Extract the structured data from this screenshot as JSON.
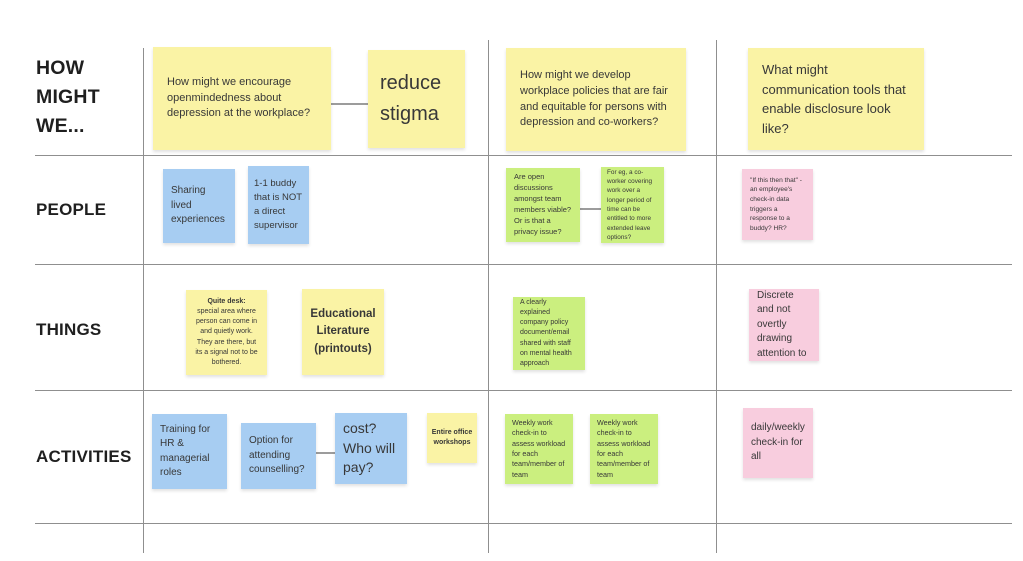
{
  "board_title": "How Might We brainstorm matrix",
  "colors": {
    "sticky_yellow": "#FAF3A5",
    "sticky_blue": "#A7CDF2",
    "sticky_green": "#CBEF7F",
    "sticky_pink": "#F8CDDE",
    "grid_line": "#8F8F8F",
    "text": "#383838"
  },
  "row_labels": {
    "hmw": "HOW MIGHT WE...",
    "people": "PEOPLE",
    "things": "THINGS",
    "activities": "ACTIVITIES"
  },
  "notes": {
    "hmw_q1": "How might we encourage openmindedness about depression at the workplace?",
    "hmw_tag": "reduce stigma",
    "hmw_q2": "How might we develop workplace policies that are fair and equitable for persons with depression and co-workers?",
    "hmw_q3": "What might communication tools that enable disclosure look like?",
    "people_blue1": "Sharing lived experiences",
    "people_blue2": "1-1 buddy that is NOT a direct supervisor",
    "people_green1": "Are open discussions amongst team members viable? Or is that a privacy issue?",
    "people_green2": "For eg, a co-worker covering work over a longer period of time can be entitled to more extended leave options?",
    "people_pink1": "\"If this then that\" - an employee's check-in data triggers a response to a buddy? HR?",
    "things_yellow1_title": "Quite desk:",
    "things_yellow1_body": "special area where person can come in and quietly work. They are there, but its a signal not to be bothered.",
    "things_yellow2": "Educational Literature (printouts)",
    "things_green1": "A clearly explained company policy document/email shared with staff on mental health approach",
    "things_pink1": "Discrete and not overtly drawing attention to",
    "act_blue1": "Training for HR & managerial roles",
    "act_blue2": "Option for attending counselling?",
    "act_blue3": "cost? Who will pay?",
    "act_yellow1": "Entire office workshops",
    "act_green1": "Weekly work check-in to assess workload for each team/member of team",
    "act_green2": "Weekly work check-in to assess workload for each team/member of team",
    "act_pink1": "daily/weekly check-in for all"
  }
}
